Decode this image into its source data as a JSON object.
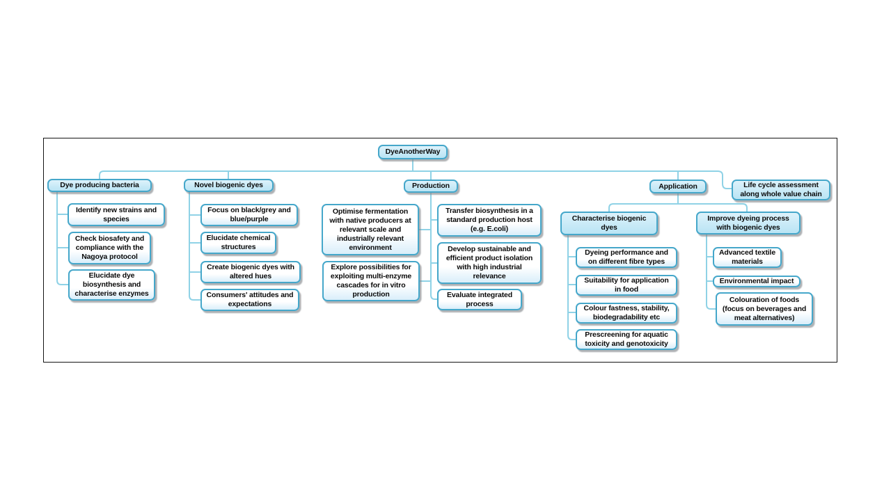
{
  "colors": {
    "node_border": "#45a7ca",
    "connector": "#8fd2e6",
    "branch_fill": "#b9e4f4",
    "leaf_fill_fade": "#d9eefa",
    "frame": "#141414",
    "text": "#0a0a0a"
  },
  "nodes": {
    "root": "DyeAnotherWay",
    "bacteria": {
      "label": "Dye producing bacteria",
      "children": [
        "Identify new strains and\nspecies",
        "Check biosafety and\ncompliance with the\nNagoya protocol",
        "Elucidate dye\nbiosynthesis and\ncharacterise enzymes"
      ]
    },
    "dyes": {
      "label": "Novel biogenic dyes",
      "children": [
        "Focus on black/grey and\nblue/purple",
        "Elucidate chemical\nstructures",
        "Create biogenic dyes with\naltered hues",
        "Consumers' attitudes and\nexpectations"
      ]
    },
    "production": {
      "label": "Production",
      "left": [
        "Optimise fermentation\nwith native producers at\nrelevant scale and\nindustrially relevant\nenvironment",
        "Explore possibilities for\nexploiting multi-enzyme\ncascades for in vitro\nproduction"
      ],
      "right": [
        "Transfer biosynthesis in a\nstandard production host\n(e.g. E.coli)",
        "Develop sustainable and\nefficient product isolation\nwith high industrial\nrelevance",
        "Evaluate integrated\nprocess"
      ]
    },
    "application": {
      "label": "Application",
      "characterise": {
        "label": "Characterise biogenic\ndyes",
        "children": [
          "Dyeing performance and\non different fibre types",
          "Suitability for application\nin food",
          "Colour fastness, stability,\nbiodegradability etc",
          "Prescreening for aquatic\ntoxicity and genotoxicity"
        ]
      },
      "improve": {
        "label": "Improve dyeing process\nwith biogenic dyes",
        "children": [
          "Advanced textile\nmaterials",
          "Environmental impact",
          "Colouration of foods\n(focus on beverages and\nmeat alternatives)"
        ]
      }
    },
    "lifecycle": "Life cycle assessment\nalong whole value chain"
  }
}
